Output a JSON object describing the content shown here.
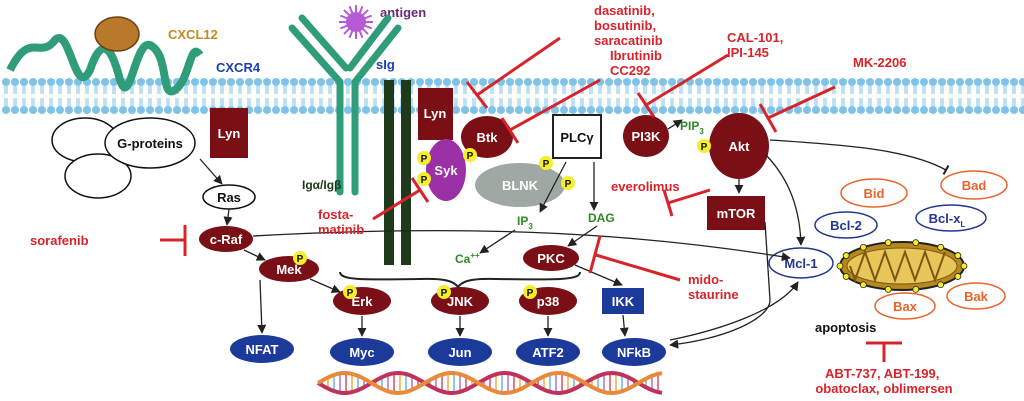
{
  "colors": {
    "membrane": "#7fc3e8",
    "node_dark": "#7a0f16",
    "node_blue": "#1b3a9a",
    "inhibitor": "#d8232a",
    "receptor_green": "#2f9c7a",
    "antigen": "#b65ad6",
    "cxcl12": "#b8792a",
    "syk": "#9a2fa6",
    "blnk": "#9fa8a3",
    "phospho": "#f5ee2a",
    "bcl": "#e8642a",
    "bcl_blue": "#23378f",
    "mito": "#b6881f"
  },
  "receptors": {
    "cxcl12": "CXCL12",
    "cxcr4": "CXCR4",
    "antigen": "antigen",
    "sig": "sIg",
    "iga_igb": "Igα/Igβ",
    "g_proteins": "G-proteins"
  },
  "nodes": {
    "lyn_left": "Lyn",
    "lyn_right": "Lyn",
    "btk": "Btk",
    "syk": "Syk",
    "blnk": "BLNK",
    "plcg": "PLCγ",
    "pi3k": "PI3K",
    "akt": "Akt",
    "mtor": "mTOR",
    "ras": "Ras",
    "craf": "c-Raf",
    "mek": "Mek",
    "erk": "Erk",
    "jnk": "JNK",
    "p38": "p38",
    "ikk": "IKK",
    "pkc": "PKC",
    "nfat": "NFAT",
    "myc": "Myc",
    "jun": "Jun",
    "atf2": "ATF2",
    "nfkb": "NFkB",
    "mcl1": "Mcl-1",
    "bcl2": "Bcl-2",
    "bclxl": "Bcl-x",
    "bclxl_sub": "L",
    "bid": "Bid",
    "bad": "Bad",
    "bax": "Bax",
    "bak": "Bak",
    "phospho": "P"
  },
  "messengers": {
    "pip3": "PIP",
    "pip3_sub": "3",
    "ip3": "IP",
    "ip3_sub": "3",
    "dag": "DAG",
    "ca": "Ca",
    "ca_sup": "++"
  },
  "labels": {
    "apoptosis": "apoptosis"
  },
  "drugs": {
    "dasatinib": [
      "dasatinib,",
      "bosutinib,",
      "saracatinib"
    ],
    "ibrutinib": [
      "Ibrutinib",
      "CC292"
    ],
    "cal101": [
      "CAL-101,",
      "IPI-145"
    ],
    "mk2206": "MK-2206",
    "everolimus": "everolimus",
    "fostamatinib": [
      "fosta-",
      "matinib"
    ],
    "sorafenib": "sorafenib",
    "midostaurine": [
      "mido-",
      "staurine"
    ],
    "abt": [
      "ABT-737, ABT-199,",
      "obatoclax, oblimersen"
    ]
  }
}
